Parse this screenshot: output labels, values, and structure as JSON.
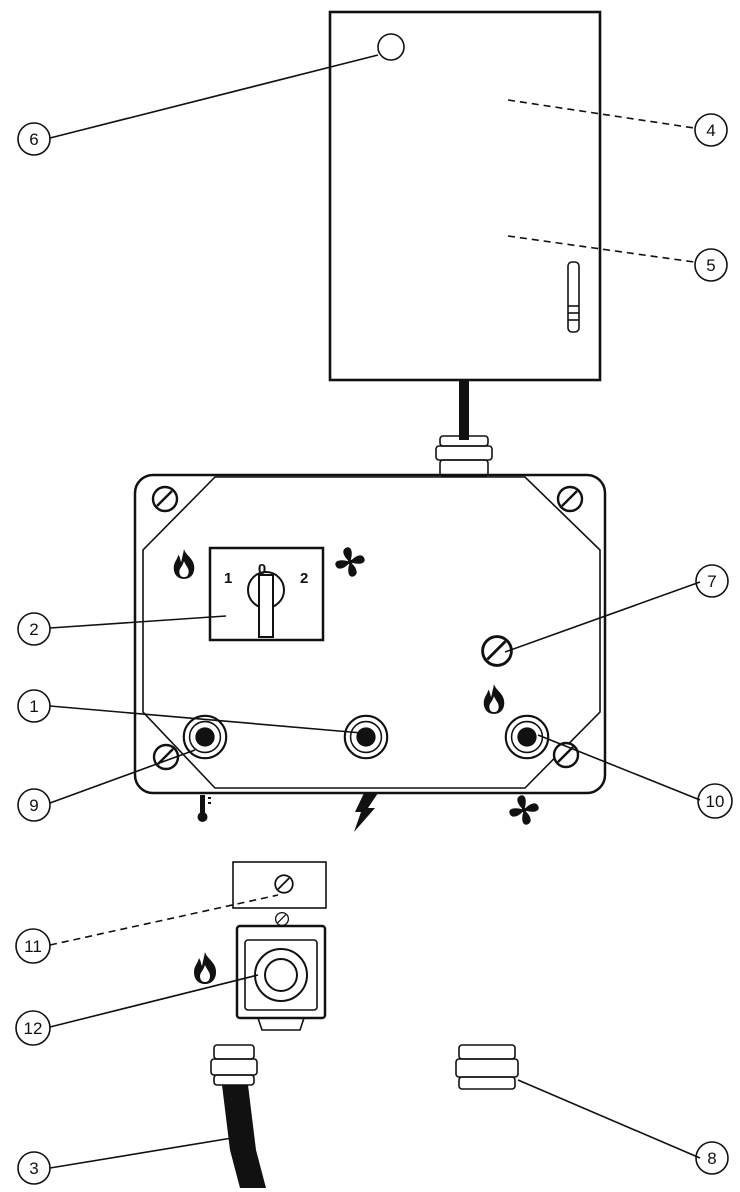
{
  "callouts": [
    {
      "id": "c1",
      "number": "1"
    },
    {
      "id": "c2",
      "number": "2"
    },
    {
      "id": "c3",
      "number": "3"
    },
    {
      "id": "c4",
      "number": "4"
    },
    {
      "id": "c5",
      "number": "5"
    },
    {
      "id": "c6",
      "number": "6"
    },
    {
      "id": "c7",
      "number": "7"
    },
    {
      "id": "c8",
      "number": "8"
    },
    {
      "id": "c9",
      "number": "9"
    },
    {
      "id": "c10",
      "number": "10"
    },
    {
      "id": "c11",
      "number": "11"
    },
    {
      "id": "c12",
      "number": "12"
    }
  ],
  "selector_switch": {
    "pos_left": "1",
    "pos_center": "0",
    "pos_right": "2"
  },
  "icons": {
    "flame": "flame-icon",
    "fan": "fan-icon",
    "thermometer": "thermometer-icon",
    "lightning": "lightning-icon"
  },
  "colors": {
    "line": "#111111",
    "background": "#ffffff"
  }
}
